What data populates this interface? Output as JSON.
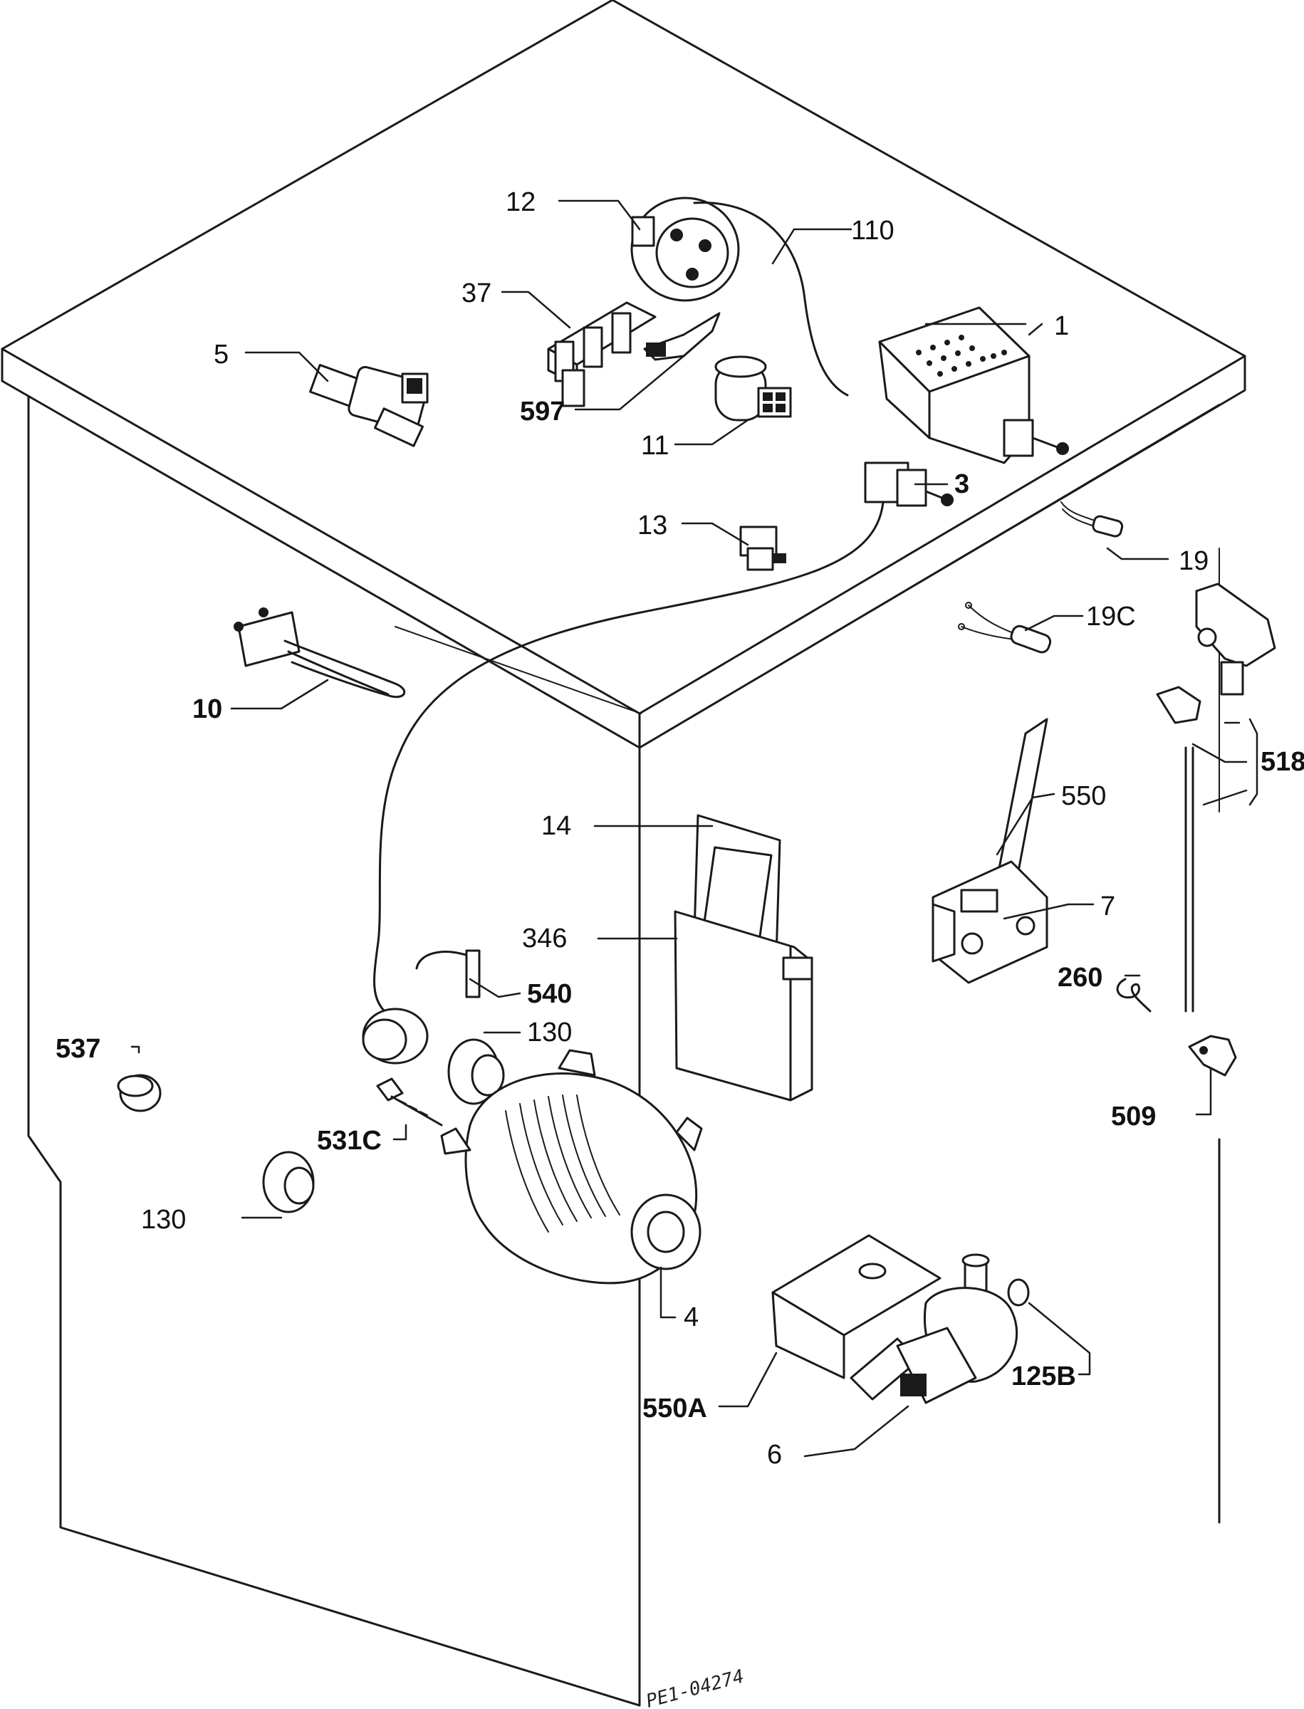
{
  "drawing": {
    "reference": "PE1-04274"
  },
  "labels": [
    {
      "id": "1",
      "text": "1",
      "bold": false
    },
    {
      "id": "3",
      "text": "3",
      "bold": true
    },
    {
      "id": "4",
      "text": "4",
      "bold": false
    },
    {
      "id": "5",
      "text": "5",
      "bold": false
    },
    {
      "id": "6",
      "text": "6",
      "bold": false
    },
    {
      "id": "7",
      "text": "7",
      "bold": false
    },
    {
      "id": "10",
      "text": "10",
      "bold": true
    },
    {
      "id": "11",
      "text": "11",
      "bold": false
    },
    {
      "id": "12",
      "text": "12",
      "bold": false
    },
    {
      "id": "13",
      "text": "13",
      "bold": false
    },
    {
      "id": "14",
      "text": "14",
      "bold": false
    },
    {
      "id": "19",
      "text": "19",
      "bold": false
    },
    {
      "id": "19c",
      "text": "19C",
      "bold": false
    },
    {
      "id": "37",
      "text": "37",
      "bold": false
    },
    {
      "id": "110",
      "text": "110",
      "bold": false
    },
    {
      "id": "125b",
      "text": "125B",
      "bold": true
    },
    {
      "id": "130a",
      "text": "130",
      "bold": false
    },
    {
      "id": "130b",
      "text": "130",
      "bold": false
    },
    {
      "id": "260",
      "text": "260",
      "bold": true
    },
    {
      "id": "346",
      "text": "346",
      "bold": false
    },
    {
      "id": "509",
      "text": "509",
      "bold": true
    },
    {
      "id": "518",
      "text": "518",
      "bold": true
    },
    {
      "id": "531c",
      "text": "531C",
      "bold": true
    },
    {
      "id": "537",
      "text": "537",
      "bold": true
    },
    {
      "id": "540",
      "text": "540",
      "bold": true
    },
    {
      "id": "550",
      "text": "550",
      "bold": false
    },
    {
      "id": "550a",
      "text": "550A",
      "bold": true
    },
    {
      "id": "597",
      "text": "597",
      "bold": true
    }
  ]
}
